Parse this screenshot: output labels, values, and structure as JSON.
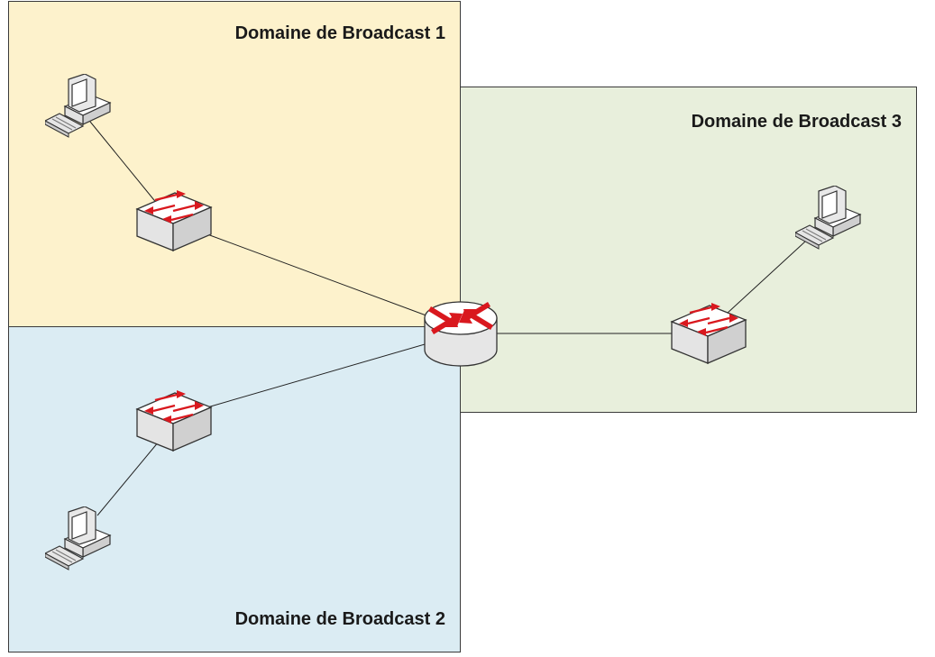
{
  "colors": {
    "domain_1_fill": "#fdf2cc",
    "domain_2_fill": "#dbecf3",
    "domain_3_fill": "#e8efdc",
    "arrow_red": "#d9181e",
    "link_line": "#222222"
  },
  "domains": [
    {
      "label": "Domaine de Broadcast 1"
    },
    {
      "label": "Domaine de Broadcast 2"
    },
    {
      "label": "Domaine de Broadcast 3"
    }
  ],
  "devices": {
    "router": {
      "icon": "router-icon"
    },
    "switches": [
      {
        "icon": "switch-icon"
      },
      {
        "icon": "switch-icon"
      },
      {
        "icon": "switch-icon"
      }
    ],
    "computers": [
      {
        "icon": "computer-icon"
      },
      {
        "icon": "computer-icon"
      },
      {
        "icon": "computer-icon"
      }
    ]
  }
}
